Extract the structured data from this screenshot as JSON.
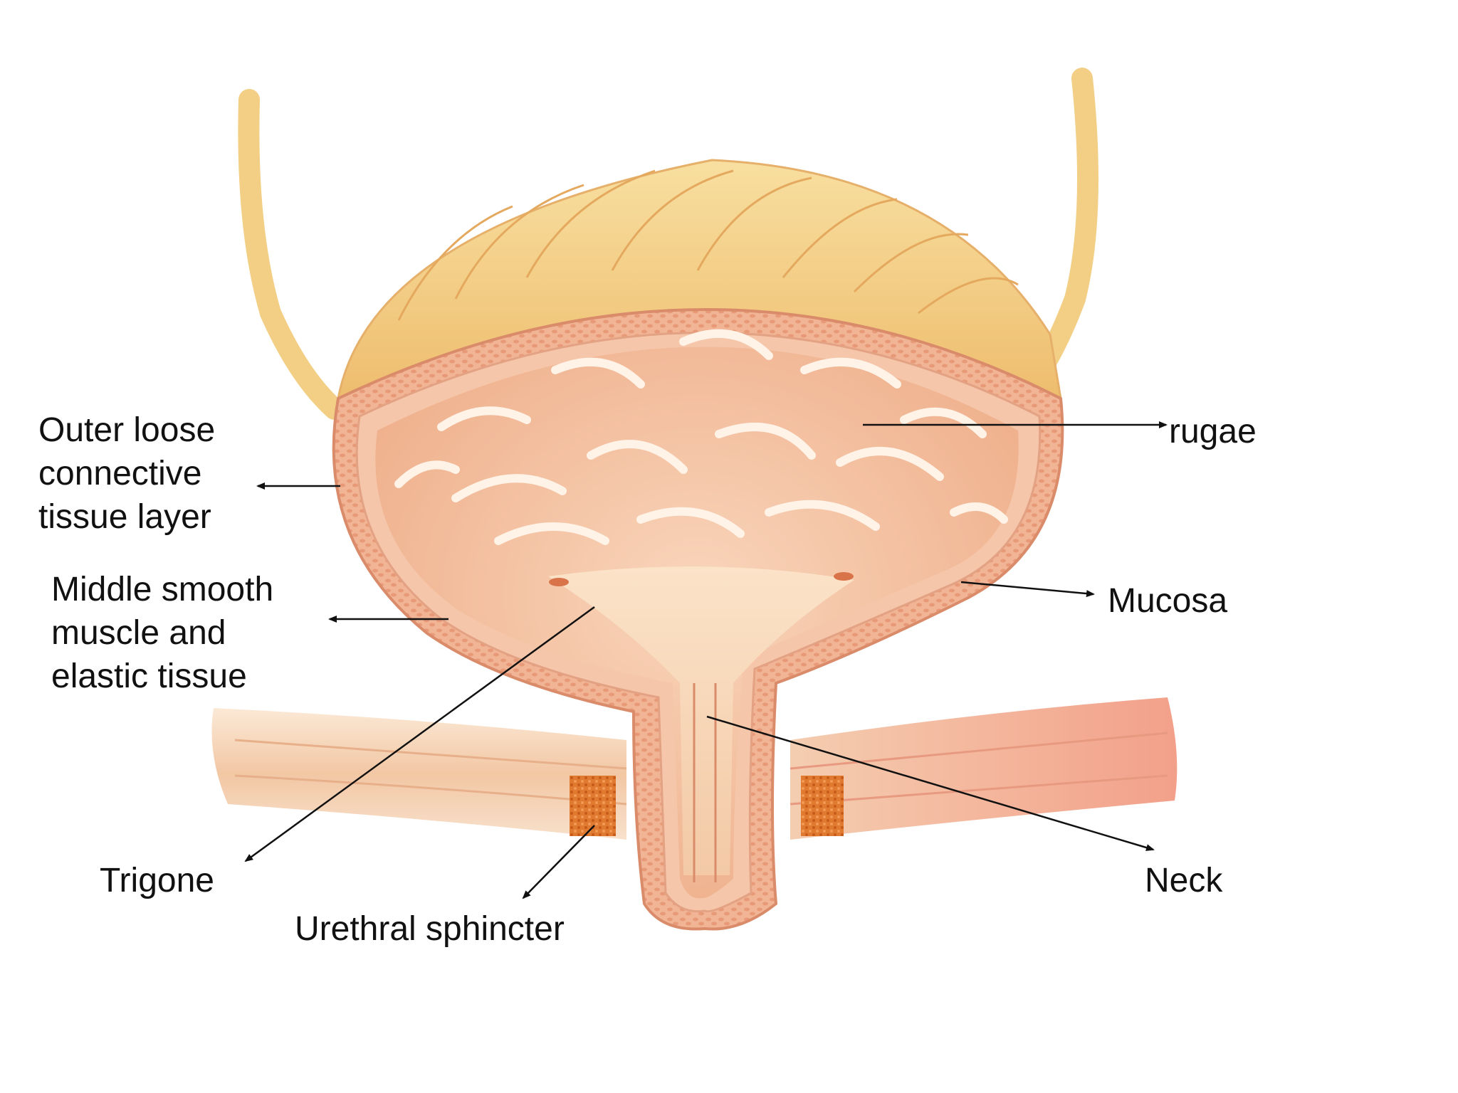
{
  "labels": {
    "outer_layer": [
      "Outer loose",
      "connective",
      "tissue layer"
    ],
    "middle_layer": [
      "Middle smooth",
      "muscle and",
      "elastic tissue"
    ],
    "trigone": "Trigone",
    "urethral_sphincter": "Urethral sphincter",
    "rugae": "rugae",
    "mucosa": "Mucosa",
    "neck": "Neck"
  },
  "colors": {
    "background": "#ffffff",
    "text": "#111111",
    "leader_line": "#111111",
    "ureter": "#f2cf85",
    "fundus_muscle": "#f0c070",
    "wall_outer": "#f3b79a",
    "wall_inner": "#f6c6aa",
    "mucosa_lumen": "#f7c6a4",
    "rugae_fold": "#fff2e6",
    "pelvic_muscle": "#f4d6ba",
    "sphincter": "#e9823a"
  }
}
